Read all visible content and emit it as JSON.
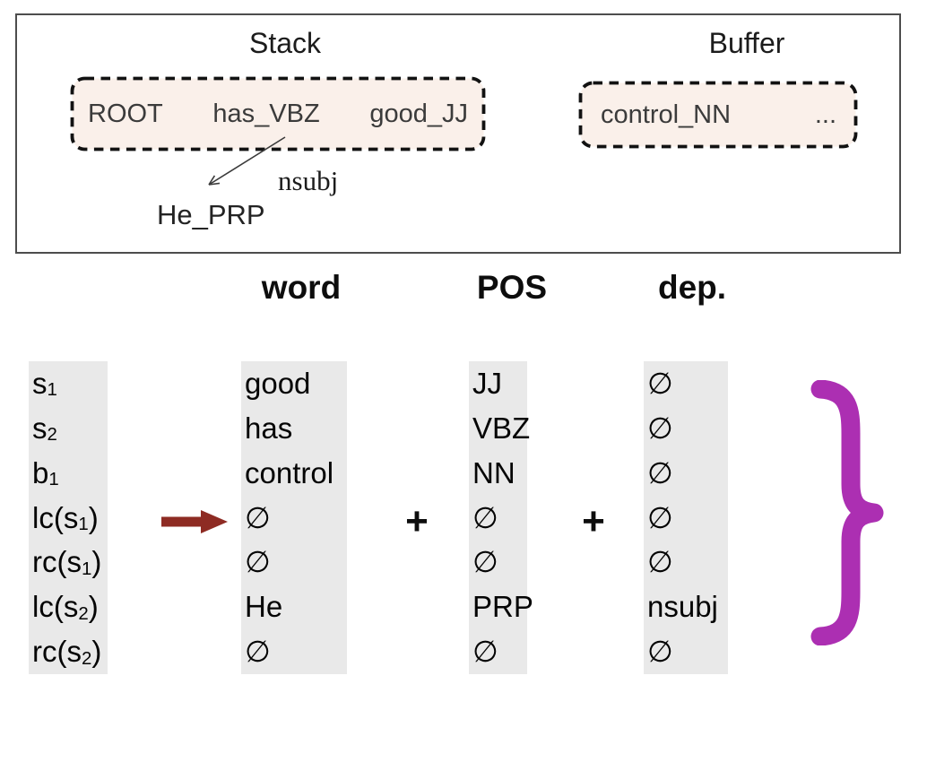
{
  "parser_state": {
    "stack": {
      "label": "Stack",
      "items": [
        "ROOT",
        "has_VBZ",
        "good_JJ"
      ]
    },
    "buffer": {
      "label": "Buffer",
      "items": [
        "control_NN",
        "..."
      ]
    },
    "arc": {
      "label": "nsubj",
      "dependent": "He_PRP"
    }
  },
  "feature_table": {
    "headers": {
      "word": "word",
      "pos": "POS",
      "dep": "dep."
    },
    "plus": "+",
    "rows": [
      {
        "label": {
          "pre": "s",
          "sub": "1",
          "post": ""
        },
        "word": "good",
        "pos": "JJ",
        "dep": "∅"
      },
      {
        "label": {
          "pre": "s",
          "sub": "2",
          "post": ""
        },
        "word": "has",
        "pos": "VBZ",
        "dep": "∅"
      },
      {
        "label": {
          "pre": "b",
          "sub": "1",
          "post": ""
        },
        "word": "control",
        "pos": "NN",
        "dep": "∅"
      },
      {
        "label": {
          "pre": "lc(s",
          "sub": "1",
          "post": ")"
        },
        "word": "∅",
        "pos": "∅",
        "dep": "∅"
      },
      {
        "label": {
          "pre": "rc(s",
          "sub": "1",
          "post": ")"
        },
        "word": "∅",
        "pos": "∅",
        "dep": "∅"
      },
      {
        "label": {
          "pre": "lc(s",
          "sub": "2",
          "post": ")"
        },
        "word": "He",
        "pos": "PRP",
        "dep": "nsubj"
      },
      {
        "label": {
          "pre": "rc(s",
          "sub": "2",
          "post": ")"
        },
        "word": "∅",
        "pos": "∅",
        "dep": "∅"
      }
    ]
  },
  "colors": {
    "box_fill": "#FAF0EA",
    "stripe": "#E9E9E9",
    "arrow_red": "#8E2B23",
    "brace_magenta": "#AC2FB2"
  }
}
